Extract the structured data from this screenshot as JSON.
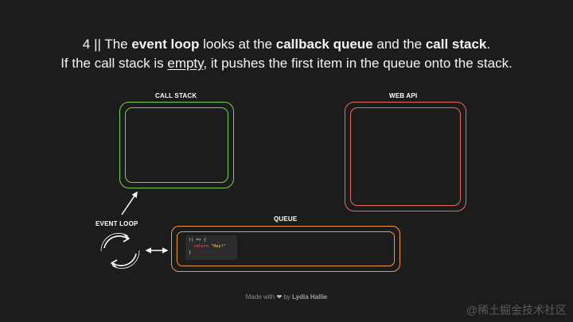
{
  "title": {
    "line1": {
      "prefix": "4 || The ",
      "b1": "event loop",
      "mid1": " looks at the ",
      "b2": "callback queue",
      "mid2": " and the ",
      "b3": "call stack",
      "suffix": "."
    },
    "line2": {
      "prefix": "If the call stack is ",
      "underlined": "empty",
      "suffix": ", it pushes the first item in the queue onto the stack."
    }
  },
  "labels": {
    "call_stack": "CALL STACK",
    "web_api": "WEB API",
    "event_loop": "EVENT LOOP",
    "queue": "QUEUE"
  },
  "queue_item": {
    "line1": "() => {",
    "keyword": "return",
    "string": "\"Hey!\"",
    "line3": "}"
  },
  "footer": {
    "made_with": "Made with",
    "heart": "❤",
    "by": "by",
    "author": "Lydia Hallie"
  },
  "watermark": "@稀土掘金技术社区",
  "colors": {
    "background": "#1c1c1c",
    "call_stack": "#7bd24a",
    "web_api": "#e86a5b",
    "queue": "#f09a3c",
    "code_keyword": "#ff5b6b",
    "code_string": "#ffd36e"
  }
}
